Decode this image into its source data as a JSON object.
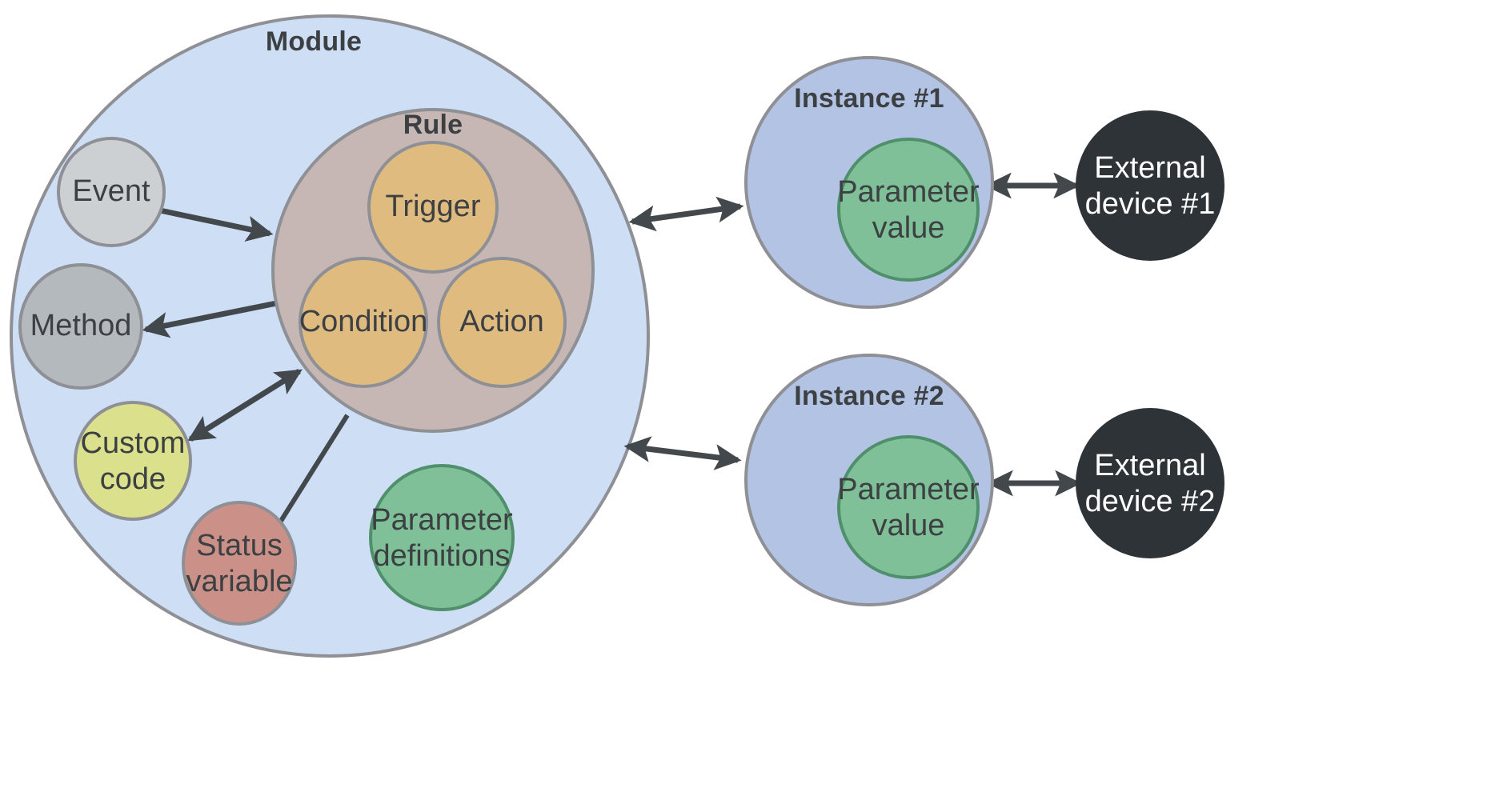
{
  "diagram": {
    "title": "Module / Instance architecture diagram",
    "background": "#ffffff",
    "colors": {
      "module_fill": "#cddef5",
      "rule_fill": "#c6b6b4",
      "rule_item_fill": "#e0bb80",
      "event_fill": "#ccd0d3",
      "method_fill": "#b4b9bd",
      "custom_code_fill": "#dbe08c",
      "status_variable_fill": "#cb9189",
      "parameter_fill": "#7fc098",
      "instance_fill": "#b3c3e4",
      "external_device_fill": "#2e3338",
      "stroke": "#8e9095",
      "text": "#3d4043",
      "text_light": "#ffffff",
      "arrow": "#43484c"
    },
    "module": {
      "label": "Module",
      "rule": {
        "label": "Rule",
        "items": [
          {
            "label": "Trigger"
          },
          {
            "label": "Condition"
          },
          {
            "label": "Action"
          }
        ]
      },
      "members": [
        {
          "label": "Event"
        },
        {
          "label": "Method"
        },
        {
          "label": "Custom\ncode",
          "line1": "Custom",
          "line2": "code"
        },
        {
          "label": "Status\nvariable",
          "line1": "Status",
          "line2": "variable"
        },
        {
          "label": "Parameter\ndefinitions",
          "line1": "Parameter",
          "line2": "definitions"
        }
      ]
    },
    "instances": [
      {
        "label": "Instance #1",
        "parameter": {
          "line1": "Parameter",
          "line2": "value"
        },
        "device": {
          "line1": "External",
          "line2": "device #1"
        }
      },
      {
        "label": "Instance #2",
        "parameter": {
          "line1": "Parameter",
          "line2": "value"
        },
        "device": {
          "line1": "External",
          "line2": "device #2"
        }
      }
    ],
    "connections": [
      {
        "from": "Event",
        "to": "Rule",
        "type": "single-arrow"
      },
      {
        "from": "Rule",
        "to": "Method",
        "type": "single-arrow"
      },
      {
        "from": "Custom code",
        "to": "Rule",
        "type": "double-arrow"
      },
      {
        "from": "Rule",
        "to": "Status variable",
        "type": "line"
      },
      {
        "from": "Module",
        "to": "Instance #1",
        "type": "double-arrow"
      },
      {
        "from": "Module",
        "to": "Instance #2",
        "type": "double-arrow"
      },
      {
        "from": "Instance #1",
        "to": "External device #1",
        "type": "double-arrow"
      },
      {
        "from": "Instance #2",
        "to": "External device #2",
        "type": "double-arrow"
      }
    ]
  }
}
